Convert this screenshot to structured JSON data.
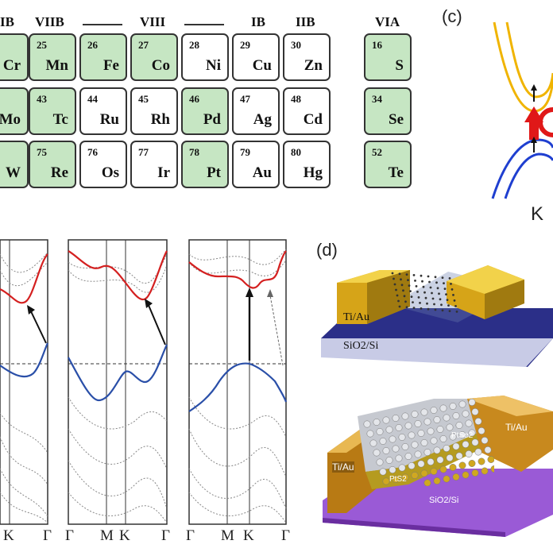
{
  "periodic_table": {
    "group_headers": [
      {
        "key": "vib",
        "text": "IB"
      },
      {
        "key": "viib",
        "text": "VIIB"
      },
      {
        "key": "viii",
        "text": "VIII"
      },
      {
        "key": "ib",
        "text": "IB"
      },
      {
        "key": "iib",
        "text": "IIB"
      },
      {
        "key": "via",
        "text": "VIA"
      }
    ],
    "rows": [
      [
        {
          "num": "",
          "sym": "Cr",
          "hl": true
        },
        {
          "num": "25",
          "sym": "Mn",
          "hl": true
        },
        {
          "num": "26",
          "sym": "Fe",
          "hl": true
        },
        {
          "num": "27",
          "sym": "Co",
          "hl": true
        },
        {
          "num": "28",
          "sym": "Ni",
          "hl": false
        },
        {
          "num": "29",
          "sym": "Cu",
          "hl": false
        },
        {
          "num": "30",
          "sym": "Zn",
          "hl": false
        },
        {
          "num": "16",
          "sym": "S",
          "hl": true
        }
      ],
      [
        {
          "num": "",
          "sym": "Mo",
          "hl": true
        },
        {
          "num": "43",
          "sym": "Tc",
          "hl": true
        },
        {
          "num": "44",
          "sym": "Ru",
          "hl": false
        },
        {
          "num": "45",
          "sym": "Rh",
          "hl": false
        },
        {
          "num": "46",
          "sym": "Pd",
          "hl": true
        },
        {
          "num": "47",
          "sym": "Ag",
          "hl": false
        },
        {
          "num": "48",
          "sym": "Cd",
          "hl": false
        },
        {
          "num": "34",
          "sym": "Se",
          "hl": true
        }
      ],
      [
        {
          "num": "",
          "sym": "W",
          "hl": true
        },
        {
          "num": "75",
          "sym": "Re",
          "hl": true
        },
        {
          "num": "76",
          "sym": "Os",
          "hl": false
        },
        {
          "num": "77",
          "sym": "Ir",
          "hl": false
        },
        {
          "num": "78",
          "sym": "Pt",
          "hl": true
        },
        {
          "num": "79",
          "sym": "Au",
          "hl": false
        },
        {
          "num": "80",
          "sym": "Hg",
          "hl": false
        },
        {
          "num": "52",
          "sym": "Te",
          "hl": true
        }
      ]
    ]
  },
  "panel_c": {
    "label": "(c)",
    "k_label": "K"
  },
  "panel_d": {
    "label": "(d)",
    "contact_top": "Ti/Au",
    "substrate_top": "SiO2/Si",
    "contact_left": "Ti/Au",
    "contact_right": "Ti/Au",
    "layer_top": "PtSe2",
    "layer_bottom": "PtS2",
    "substrate_bottom": "SiO2/Si"
  },
  "band_panels": {
    "axis1": [
      "K",
      "Γ"
    ],
    "axis2": [
      "Γ",
      "M",
      "K",
      "Γ"
    ],
    "axis3": [
      "Γ",
      "M",
      "K",
      "Γ"
    ]
  },
  "colors": {
    "highlight": "#c6e6c3",
    "conduction": "#d42020",
    "valence": "#2a4fa8",
    "device_gold": "#d6a418",
    "substrate_blue": "#2a2e8a"
  }
}
